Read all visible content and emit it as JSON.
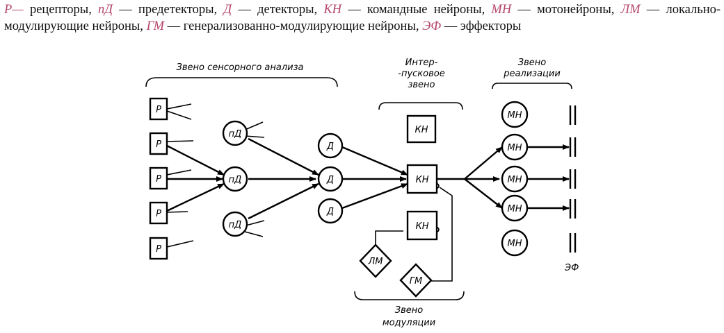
{
  "caption": [
    {
      "abbr": "Р—",
      "desc": " рецепторы, "
    },
    {
      "abbr": "пД",
      "desc": " — предетекторы, "
    },
    {
      "abbr": "Д",
      "desc": " — детекторы, "
    },
    {
      "abbr": "КН",
      "desc": " — командные нейроны, "
    },
    {
      "abbr": "МН",
      "desc": " — мотонейроны, "
    },
    {
      "abbr": "ЛМ",
      "desc": " — локально-модулирующие нейроны, "
    },
    {
      "abbr": "ГМ",
      "desc": " — генерализованно-модулирующие нейроны, "
    },
    {
      "abbr": "ЭФ",
      "desc": " — эффекторы"
    }
  ],
  "groups": {
    "sensory": "Звено сенсорного анализа",
    "trigger": [
      "Интер-",
      "-пусковое",
      "звено"
    ],
    "realization": [
      "Звено",
      "реализации"
    ],
    "modulation": [
      "Звено",
      "модуляции"
    ]
  },
  "nodes": {
    "receptor": "Р",
    "predetector": "пД",
    "detector": "Д",
    "command": "КН",
    "motoneuron": "МН",
    "local_mod": "ЛМ",
    "general_mod": "ГМ",
    "effector": "ЭФ"
  }
}
